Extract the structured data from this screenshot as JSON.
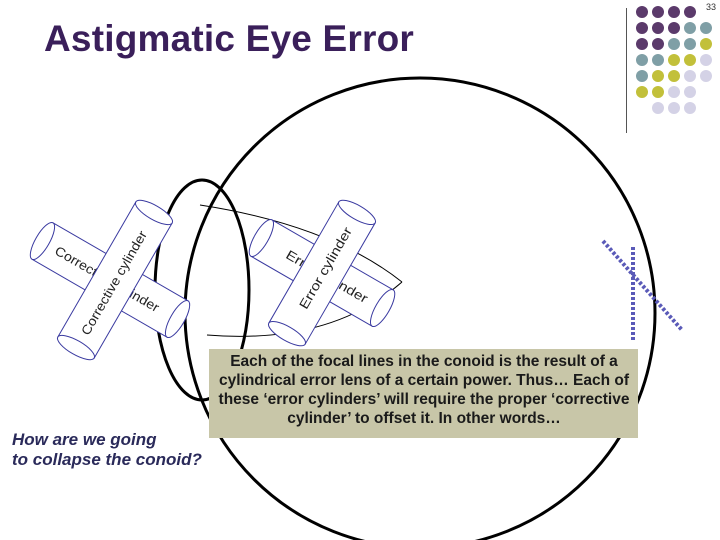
{
  "slide": {
    "number": "33",
    "title": "Astigmatic Eye Error"
  },
  "diagram": {
    "corrective_cylinder_upper": "Corrective cylinder",
    "corrective_cylinder_lower": "Corrective cylinder",
    "error_cylinder_upper": "Error cylinder",
    "error_cylinder_lower": "Error cylinder"
  },
  "callout": {
    "text": "Each of the focal lines in the conoid is the result of a cylindrical error lens of a certain power. Thus… Each of these ‘error cylinders’ will require the proper ‘corrective cylinder’ to offset it. In other words…"
  },
  "question": {
    "line1": "How are we going",
    "line2": "to collapse the conoid?"
  },
  "colors": {
    "title": "#3a1f5a",
    "callout_bg": "#c8c6a8",
    "cylinder_stroke": "#3a3aa0",
    "focal_line": "#5a5ab8",
    "dot_purple": "#5b3a6b",
    "dot_teal": "#7f9fa6",
    "dot_olive": "#c2c03a",
    "dot_lavender": "#d4d2e6"
  }
}
